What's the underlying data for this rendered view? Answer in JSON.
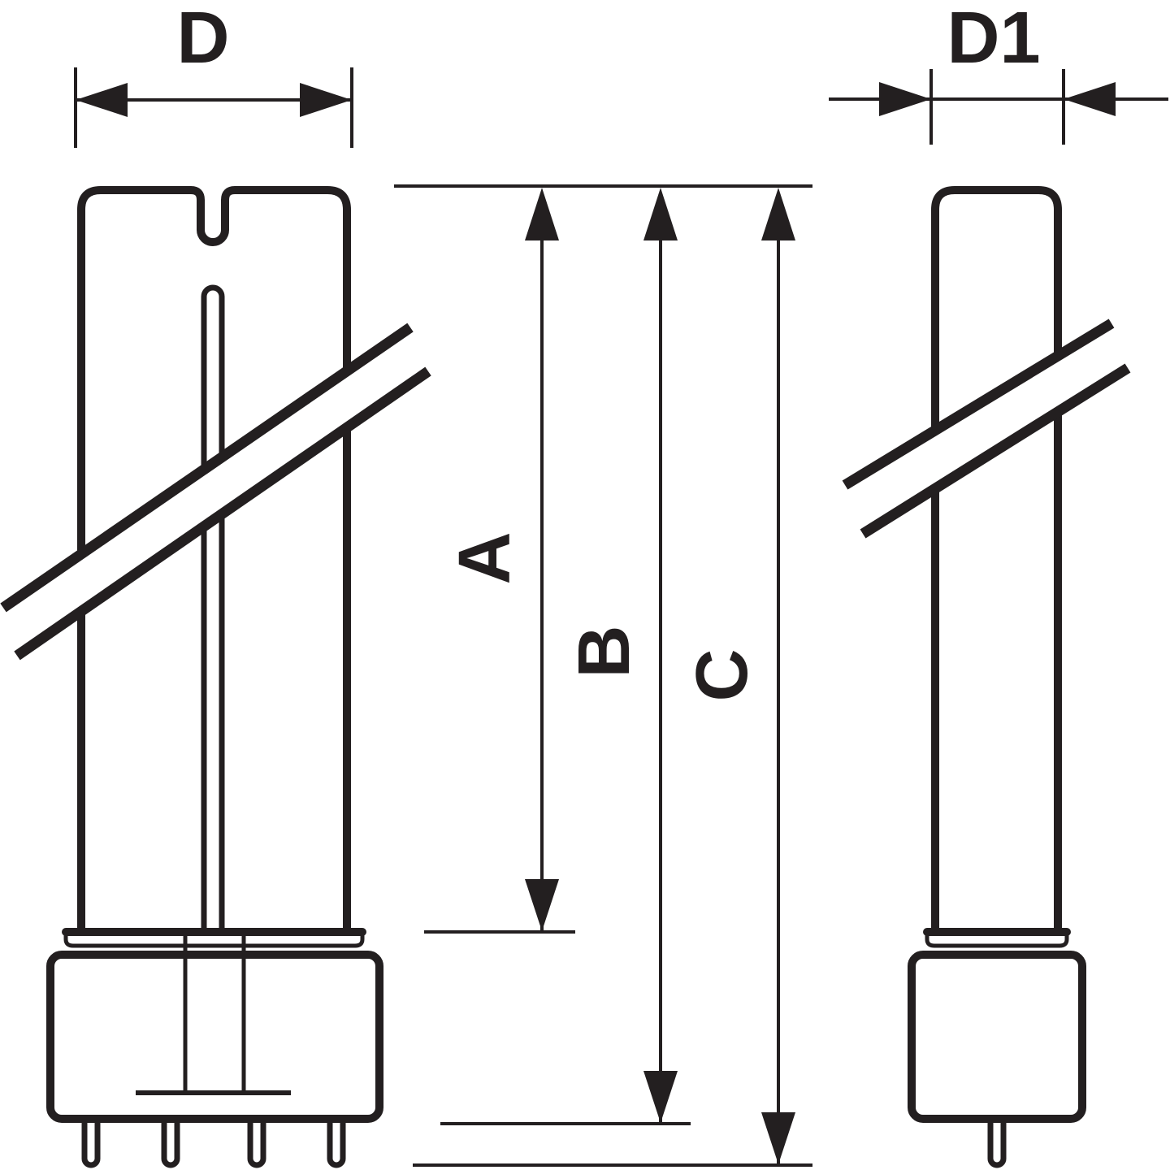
{
  "diagram": {
    "background_color": "#ffffff",
    "line_color": "#231f20",
    "labels": {
      "d": "D",
      "d1": "D1",
      "a": "A",
      "b": "B",
      "c": "C"
    }
  }
}
